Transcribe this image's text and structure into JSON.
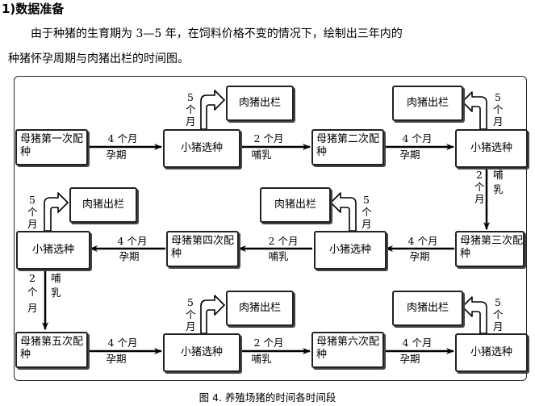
{
  "heading": "1)数据准备",
  "para_line1": "由于种猪的生育期为 3—5 年，在饲料价格不变的情况下，绘制出三年内的",
  "para_line2": "种猪怀孕周期与肉猪出栏的时间图。",
  "caption": "图 4. 养殖场猪的时间各时间段",
  "boxes": {
    "sow1": "母猪第一次配种",
    "sow2": "母猪第二次配种",
    "sow3": "母猪第三次配种",
    "sow4": "母猪第四次配种",
    "sow5": "母猪第五次配种",
    "sow6": "母猪第六次配种",
    "piglet": "小猪选种",
    "pork": "肉猪出栏"
  },
  "labels": {
    "months4": "4 个月",
    "pregnancy": "孕期",
    "months2": "2 个月",
    "nursing": "哺乳",
    "five": "5",
    "ge": "个",
    "yue": "月",
    "two": "2",
    "bu": "哺",
    "ru": "乳"
  }
}
